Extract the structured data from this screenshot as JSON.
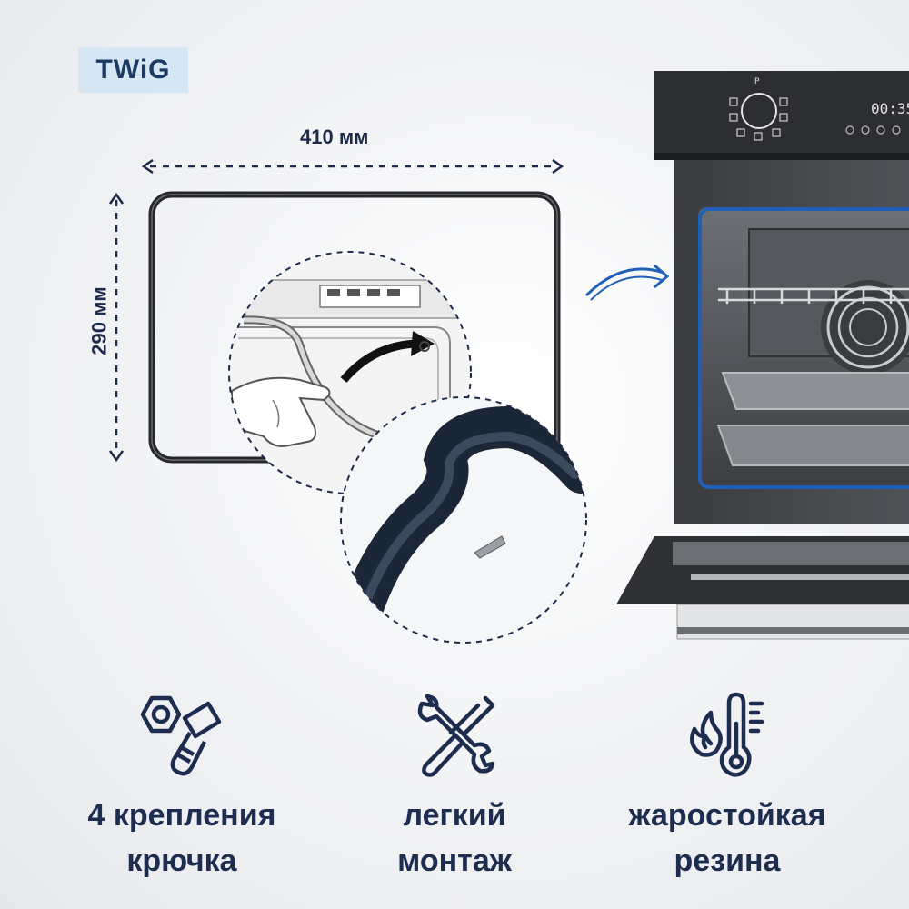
{
  "brand": {
    "logo_text": "TWiG"
  },
  "dimensions": {
    "width_label": "410 мм",
    "height_label": "290 мм"
  },
  "colors": {
    "navy": "#1c2d4f",
    "logo_bg": "#d6e6f2",
    "seal_blue": "#1f5fb8"
  },
  "features": [
    {
      "icon": "hex-nut-bolt-icon",
      "line1": "4 крепления",
      "line2": "крючка"
    },
    {
      "icon": "wrench-screwdriver-icon",
      "line1": "легкий",
      "line2": "монтаж"
    },
    {
      "icon": "flame-thermometer-icon",
      "line1": "жаростойкая",
      "line2": "резина"
    }
  ]
}
